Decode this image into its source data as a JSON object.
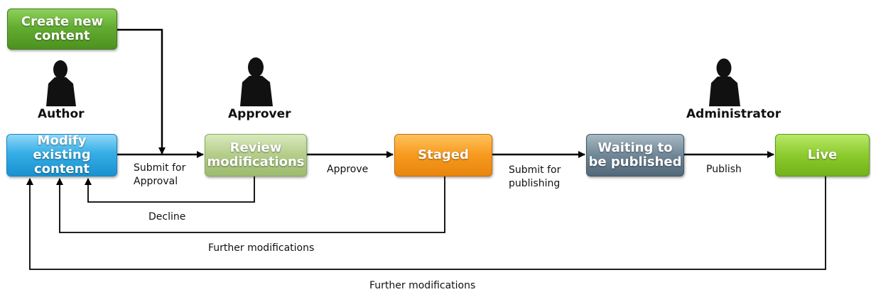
{
  "nodes": {
    "create": "Create new\ncontent",
    "modify": "Modify existing\ncontent",
    "review": "Review\nmodifications",
    "staged": "Staged",
    "waiting": "Waiting to\nbe published",
    "live": "Live"
  },
  "roles": {
    "author": "Author",
    "approver": "Approver",
    "administrator": "Administrator"
  },
  "edges": {
    "submit_for_approval": "Submit for\nApproval",
    "approve": "Approve",
    "submit_for_publishing": "Submit for\npublishing",
    "publish": "Publish",
    "decline": "Decline",
    "further_modifications_staged": "Further modifications",
    "further_modifications_live": "Further modifications"
  },
  "colors": {
    "create": "#5aa52b",
    "modify": "#2aa4df",
    "review": "#a9c57e",
    "staged": "#f3941a",
    "waiting": "#627b8b",
    "live": "#82c325",
    "arrow": "#000000",
    "person": "#111111"
  },
  "icons": {
    "person": "person-silhouette-icon"
  }
}
